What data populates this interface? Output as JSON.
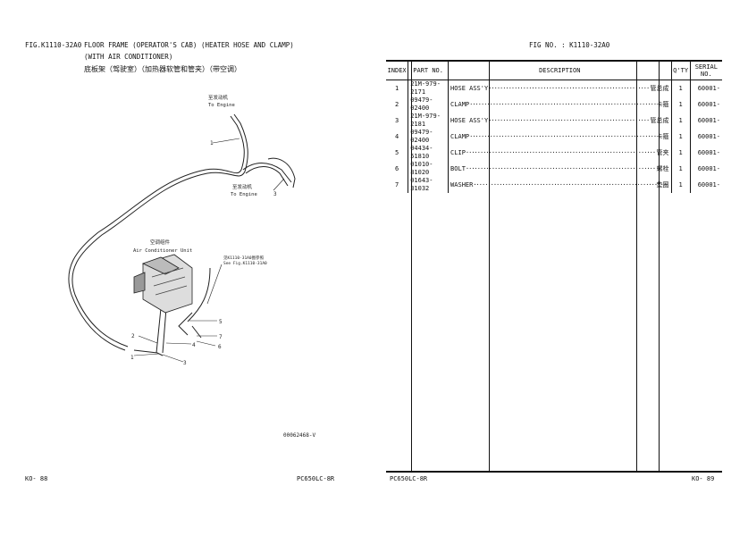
{
  "left_page": {
    "fig_no": "FIG.K1110-32A0",
    "title_line1": "FLOOR FRAME (OPERATOR'S CAB) (HEATER HOSE AND CLAMP)",
    "title_line2": "(WITH AIR CONDITIONER)",
    "title_cn": "底板架（驾驶室）（加热器软管和管夹）（带空调）",
    "diagram": {
      "to_engine_cn": "至发动机",
      "to_engine_en": "To Engine",
      "ac_unit_cn": "空调组件",
      "ac_unit_en": "Air Conditioner Unit",
      "see_fig_cn": "见K1110-31A0图参照",
      "see_fig_en": "See Fig.K1110-31A0",
      "callouts": [
        "1",
        "2",
        "3",
        "4",
        "5",
        "6",
        "7"
      ],
      "drawing_id": "00062468-V"
    },
    "footer_page": "KO-  88",
    "footer_model": "PC650LC-8R"
  },
  "right_page": {
    "fig_no": "FIG NO. : K1110-32A0",
    "headers": [
      "INDEX",
      "PART  NO.",
      "DESCRIPTION",
      "Q'TY",
      "SERIAL NO."
    ],
    "rows": [
      {
        "index": "1",
        "part": "21M-979-2171",
        "desc": "HOSE ASS'Y",
        "desc_cn": "管总成",
        "qty": "1",
        "serial": "60001-"
      },
      {
        "index": "2",
        "part": "09479-02400",
        "desc": "CLAMP",
        "desc_cn": "卡箍",
        "qty": "1",
        "serial": "60001-"
      },
      {
        "index": "3",
        "part": "21M-979-2181",
        "desc": "HOSE ASS'Y",
        "desc_cn": "管总成",
        "qty": "1",
        "serial": "60001-"
      },
      {
        "index": "4",
        "part": "09479-02400",
        "desc": "CLAMP",
        "desc_cn": "卡箍",
        "qty": "1",
        "serial": "60001-"
      },
      {
        "index": "5",
        "part": "04434-51810",
        "desc": "CLIP",
        "desc_cn": "管夹",
        "qty": "1",
        "serial": "60001-"
      },
      {
        "index": "6",
        "part": "01010-81020",
        "desc": "BOLT",
        "desc_cn": "螺栓",
        "qty": "1",
        "serial": "60001-"
      },
      {
        "index": "7",
        "part": "01643-31032",
        "desc": "WASHER",
        "desc_cn": "垫圈",
        "qty": "1",
        "serial": "60001-"
      }
    ],
    "footer_model": "PC650LC-8R",
    "footer_page": "KO-  89"
  }
}
